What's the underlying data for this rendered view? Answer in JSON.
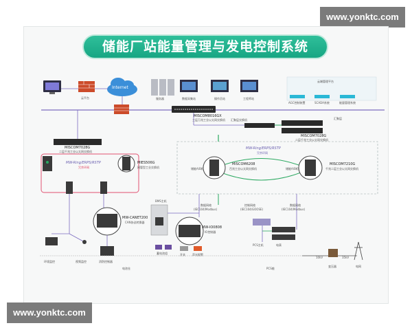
{
  "watermark": {
    "top": "www.yonktc.com",
    "bottom": "www.yonktc.com"
  },
  "title": "储能厂站能量管理与发电控制系统",
  "top_labels": {
    "server": "服务器",
    "workstation1": "数据采集站",
    "workstation2": "操作员站",
    "workstation3": "工程师站",
    "main_switch_name": "MISCOM8016GX",
    "main_switch_desc": "三层万兆工业以太网交换机",
    "cloud": "Internet",
    "platform": "云平台",
    "right_platform": "云端管理平台",
    "right_device1": "AGC控制装置",
    "right_device2": "SCADA系统",
    "right_device3": "能量管理系统",
    "switch_mid_desc": "汇聚层交换机",
    "switch_right1": "汇聚层",
    "switch_right_name": "MISCOM7028G",
    "switch_right_desc": "二层千兆工业以太网交换机"
  },
  "left_section": {
    "switch_name": "MISCOM7028G",
    "switch_desc": "二层千兆工业以太网交换机",
    "ring": "MW-Ring/ERPS/RSTP",
    "ring_sub": "冗余环网",
    "mies_name": "MIES506G",
    "mies_desc": "网管型工业交换机",
    "canet_name": "MW-CANET200",
    "canet_desc": "CAN协议转换器",
    "bottom1": "环境监控",
    "bottom2": "视频监控",
    "bottom3": "消防控制器",
    "bottom_main": "电池仓"
  },
  "right_section": {
    "ring": "MW-Ring/ERPS/RSTP",
    "ring_sub": "冗余环网",
    "sw1_name": "MISCOM6208",
    "sw1_desc": "百兆工业以太网交换机",
    "sw2_name": "MISCOM7210G",
    "sw2_desc": "千兆二层工业以太网交换机",
    "node1": "储能A/B柜",
    "node2": "储能A/B柜"
  },
  "middle_section": {
    "bms": "BMS主机",
    "protocol1": "数据网络",
    "protocol1_sub": "(IEC104/Modbus)",
    "protocol2": "控制网络",
    "protocol2_sub": "(IEC104/GOOSE)",
    "protocol3": "数据网络",
    "protocol3_sub": "(IEC104/Modbus)",
    "io_name": "MW-IO0808",
    "io_desc": "IO控制器",
    "pcs": "PCS主机",
    "pcs_bottom": "PCS舱",
    "meter": "电表",
    "switch_sub": "汇流柜",
    "battery": "蓄电池组",
    "switch_on": "开关",
    "alarm": "声光报警",
    "grid_voltage1": "10kV",
    "grid_voltage2": "35kV",
    "transformer": "变压器",
    "grid": "电网"
  }
}
